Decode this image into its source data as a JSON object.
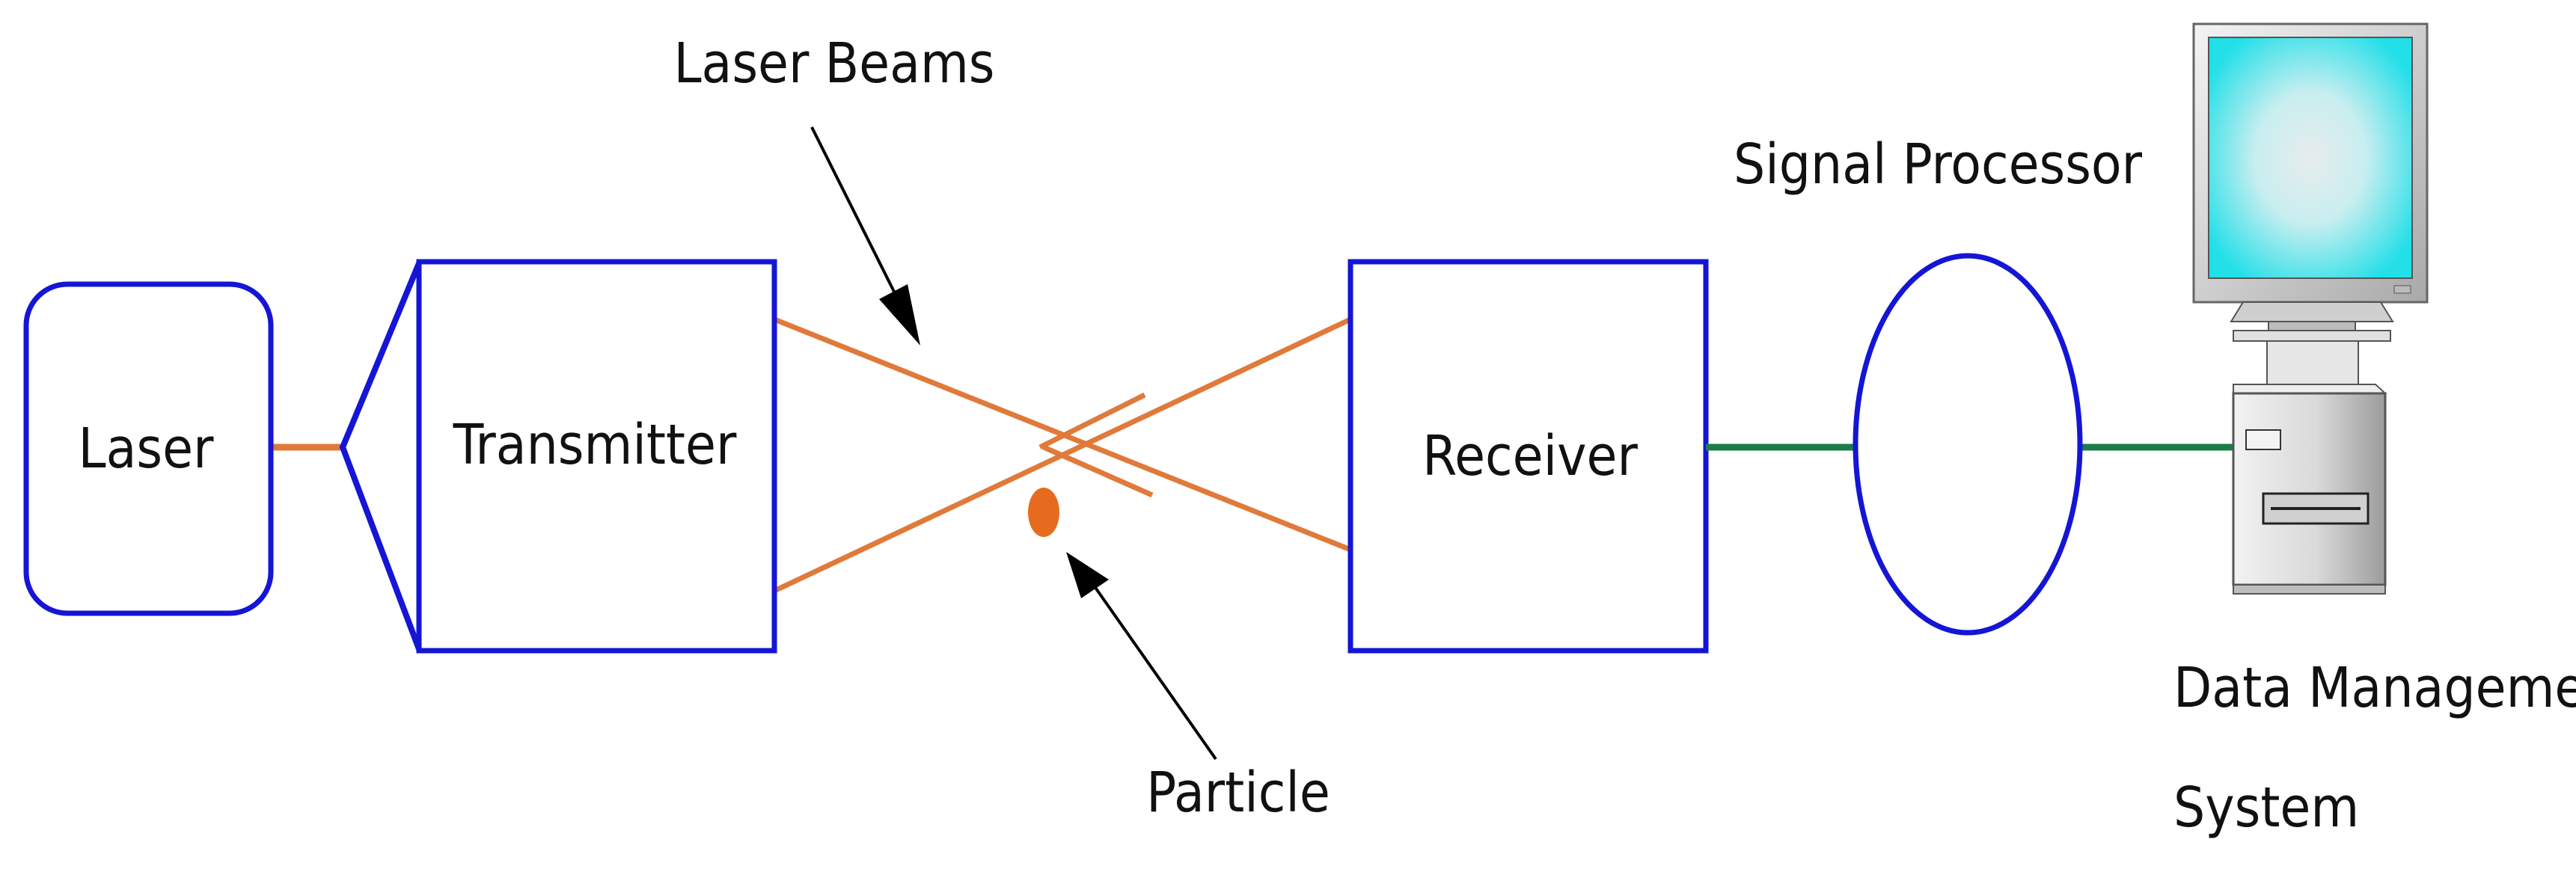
{
  "labels": {
    "laser": "Laser",
    "transmitter": "Transmitter",
    "receiver": "Receiver",
    "signal_processor": "Signal Processor",
    "laser_beams": "Laser Beams",
    "particle": "Particle",
    "data_management_line1": "Data Management",
    "data_management_line2": "System"
  },
  "colors": {
    "box_outline": "#1515d6",
    "beam": "#e07a3a",
    "cable": "#1c7d4a",
    "particle": "#e76b1e",
    "arrow": "#000000",
    "screen": "#22dfe8",
    "screen_glow": "#e7ecec",
    "computer_body": "#d8d8d8"
  },
  "icons": {
    "computer": "desktop-computer-icon",
    "particle": "particle-dot"
  }
}
